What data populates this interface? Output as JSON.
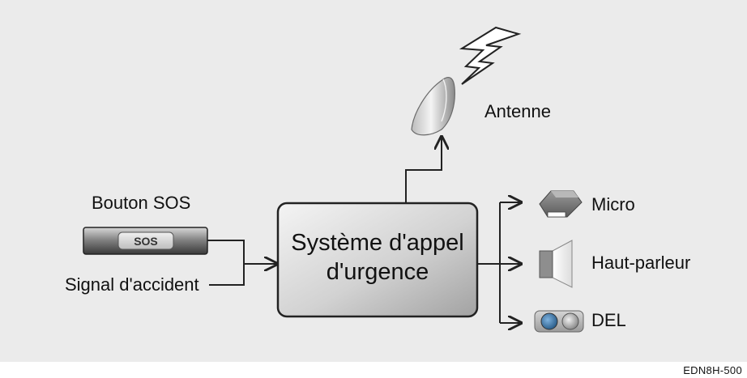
{
  "labels": {
    "sos_button": "Bouton SOS",
    "sos_button_face": "SOS",
    "crash_signal": "Signal d'accident",
    "center_line1": "Système d'appel",
    "center_line2": "d'urgence",
    "antenna": "Antenne",
    "microphone": "Micro",
    "speaker": "Haut-parleur",
    "led": "DEL"
  },
  "caption_code": "EDN8H-500",
  "colors": {
    "panel_background": "#ebebeb",
    "line": "#222222",
    "box_fill_light": "#f2f2f2",
    "box_fill_dark": "#a9a9a9",
    "led_blue": "#4a86b8"
  },
  "icons": [
    "lightning-icon",
    "antenna-icon",
    "microphone-icon",
    "speaker-icon",
    "led-icon",
    "sos-button-icon"
  ]
}
